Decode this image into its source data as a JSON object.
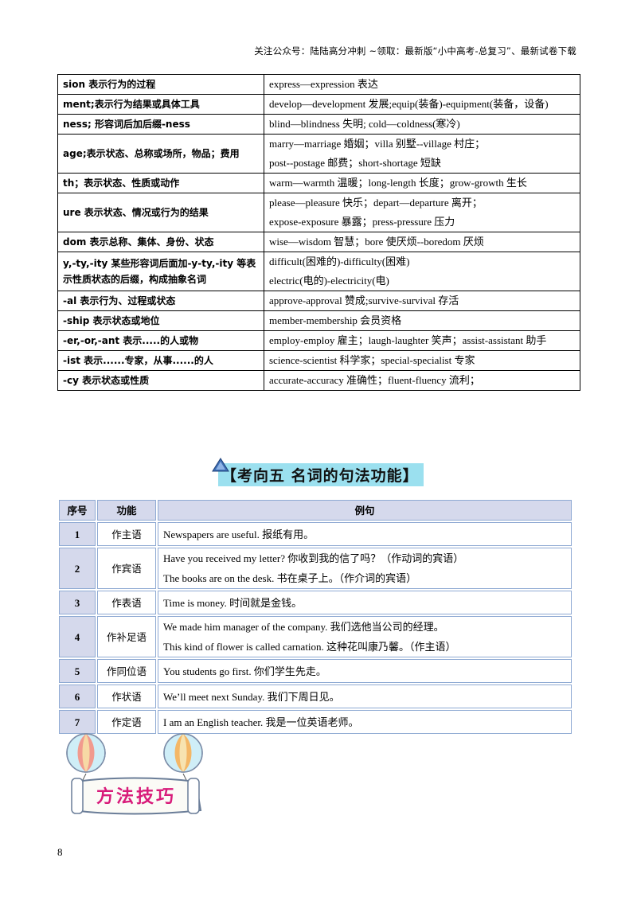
{
  "header": {
    "text": "关注公众号：陆陆高分冲刺  ~领取：最新版“小中高考-总复习”、最新试卷下载"
  },
  "suffix_table": {
    "rows": [
      {
        "suffix": "sion 表示行为的过程",
        "examples": [
          "express—expression 表达"
        ]
      },
      {
        "suffix": "ment;表示行为结果或具体工具",
        "examples": [
          "develop—development 发展;equip(装备)-equipment(装备，设备)"
        ]
      },
      {
        "suffix": "ness; 形容词后加后缀-ness",
        "examples": [
          "blind—blindness 失明; cold—coldness(寒冷)"
        ]
      },
      {
        "suffix": "age;表示状态、总称或场所，物品；费用",
        "examples": [
          "marry—marriage 婚姻；villa 别墅--village 村庄；",
          "post--postage 邮费；short-shortage 短缺"
        ]
      },
      {
        "suffix": "th；表示状态、性质或动作",
        "examples": [
          "warm—warmth 温暖；long-length 长度；grow-growth 生长"
        ]
      },
      {
        "suffix": "ure 表示状态、情况或行为的结果",
        "examples": [
          "please—pleasure 快乐；depart—departure 离开；",
          "expose-exposure 暴露；press-pressure 压力"
        ]
      },
      {
        "suffix": "dom 表示总称、集体、身份、状态",
        "examples": [
          "wise—wisdom 智慧；bore 使厌烦--boredom 厌烦"
        ]
      },
      {
        "suffix": "y,-ty,-ity 某些形容词后面加-y-ty,-ity 等表示性质状态的后缀，构成抽象名词",
        "examples": [
          "difficult(困难的)-difficulty(困难)",
          "electric(电的)-electricity(电)"
        ]
      },
      {
        "suffix": "-al 表示行为、过程或状态",
        "examples": [
          "approve-approval 赞成;survive-survival 存活"
        ]
      },
      {
        "suffix": "-ship 表示状态或地位",
        "examples": [
          "member-membership 会员资格"
        ]
      },
      {
        "suffix": "-er,-or,-ant 表示.....的人或物",
        "examples": [
          "employ-employ 雇主；laugh-laughter 笑声；assist-assistant 助手"
        ]
      },
      {
        "suffix": "-ist 表示......专家，从事......的人",
        "examples": [
          "science-scientist 科学家；special-specialist 专家"
        ]
      },
      {
        "suffix": "-cy 表示状态或性质",
        "examples": [
          "accurate-accuracy 准确性；fluent-fluency 流利；"
        ]
      }
    ]
  },
  "section": {
    "title": "【考向五  名词的句法功能】"
  },
  "function_table": {
    "headers": [
      "序号",
      "功能",
      "例句"
    ],
    "rows": [
      {
        "num": "1",
        "role": "作主语",
        "examples": [
          "Newspapers are useful.  报纸有用。"
        ]
      },
      {
        "num": "2",
        "role": "作宾语",
        "examples": [
          "Have you received my letter?  你收到我的信了吗？（作动词的宾语）",
          "The books are on the desk.  书在桌子上。（作介词的宾语）"
        ]
      },
      {
        "num": "3",
        "role": "作表语",
        "examples": [
          "Time is money.  时间就是金钱。"
        ]
      },
      {
        "num": "4",
        "role": "作补足语",
        "examples": [
          "We made him manager of the company.  我们选他当公司的经理。",
          "This kind of flower is called carnation.  这种花叫康乃馨。（作主语）"
        ]
      },
      {
        "num": "5",
        "role": "作同位语",
        "examples": [
          "You students go first.  你们学生先走。"
        ]
      },
      {
        "num": "6",
        "role": "作状语",
        "examples": [
          "We’ll meet next Sunday.  我们下周日见。"
        ]
      },
      {
        "num": "7",
        "role": "作定语",
        "examples": [
          "I am an English teacher.  我是一位英语老师。"
        ]
      }
    ]
  },
  "badge": {
    "text": "方法技巧"
  },
  "page": {
    "number": "8"
  },
  "colors": {
    "title_highlight": "#9be0ef",
    "table_border": "#8faad3",
    "header_cell": "#d5d9ec",
    "badge_text": "#d81b7a"
  }
}
